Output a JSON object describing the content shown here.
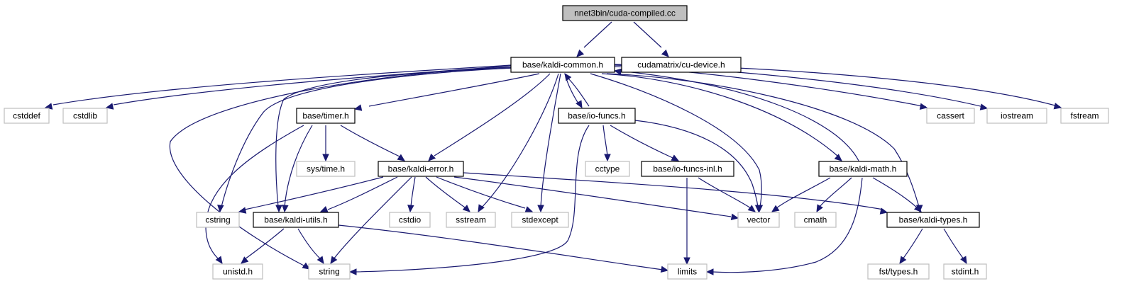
{
  "graph": {
    "colors": {
      "edge": "#191970",
      "root_fill": "#bfbfbf",
      "documented_border": "#000000",
      "external_border": "#bfbfbf"
    },
    "nodes": [
      {
        "id": "root",
        "label": "nnet3bin/cuda-compiled.cc",
        "kind": "root"
      },
      {
        "id": "common",
        "label": "base/kaldi-common.h",
        "kind": "documented"
      },
      {
        "id": "cudev",
        "label": "cudamatrix/cu-device.h",
        "kind": "documented"
      },
      {
        "id": "cstddef",
        "label": "cstddef",
        "kind": "external"
      },
      {
        "id": "cstdlib",
        "label": "cstdlib",
        "kind": "external"
      },
      {
        "id": "timer",
        "label": "base/timer.h",
        "kind": "documented"
      },
      {
        "id": "iofuncs",
        "label": "base/io-funcs.h",
        "kind": "documented"
      },
      {
        "id": "cassert",
        "label": "cassert",
        "kind": "external"
      },
      {
        "id": "iostream",
        "label": "iostream",
        "kind": "external"
      },
      {
        "id": "fstream",
        "label": "fstream",
        "kind": "external"
      },
      {
        "id": "systime",
        "label": "sys/time.h",
        "kind": "external"
      },
      {
        "id": "error",
        "label": "base/kaldi-error.h",
        "kind": "documented"
      },
      {
        "id": "cctype",
        "label": "cctype",
        "kind": "external"
      },
      {
        "id": "ioinl",
        "label": "base/io-funcs-inl.h",
        "kind": "documented"
      },
      {
        "id": "math",
        "label": "base/kaldi-math.h",
        "kind": "documented"
      },
      {
        "id": "cstring",
        "label": "cstring",
        "kind": "external"
      },
      {
        "id": "utils",
        "label": "base/kaldi-utils.h",
        "kind": "documented"
      },
      {
        "id": "cstdio",
        "label": "cstdio",
        "kind": "external"
      },
      {
        "id": "sstream",
        "label": "sstream",
        "kind": "external"
      },
      {
        "id": "stdexcept",
        "label": "stdexcept",
        "kind": "external"
      },
      {
        "id": "vector",
        "label": "vector",
        "kind": "external"
      },
      {
        "id": "cmath",
        "label": "cmath",
        "kind": "external"
      },
      {
        "id": "types",
        "label": "base/kaldi-types.h",
        "kind": "documented"
      },
      {
        "id": "unistd",
        "label": "unistd.h",
        "kind": "external"
      },
      {
        "id": "string",
        "label": "string",
        "kind": "external"
      },
      {
        "id": "limits",
        "label": "limits",
        "kind": "external"
      },
      {
        "id": "fsttypes",
        "label": "fst/types.h",
        "kind": "external"
      },
      {
        "id": "stdint",
        "label": "stdint.h",
        "kind": "external"
      }
    ],
    "edges": [
      {
        "from": "root",
        "to": "common"
      },
      {
        "from": "root",
        "to": "cudev"
      },
      {
        "from": "common",
        "to": "cstddef"
      },
      {
        "from": "common",
        "to": "cstdlib"
      },
      {
        "from": "common",
        "to": "string"
      },
      {
        "from": "common",
        "to": "cstring"
      },
      {
        "from": "common",
        "to": "utils"
      },
      {
        "from": "common",
        "to": "timer"
      },
      {
        "from": "common",
        "to": "error"
      },
      {
        "from": "common",
        "to": "sstream"
      },
      {
        "from": "common",
        "to": "stdexcept"
      },
      {
        "from": "common",
        "to": "iofuncs"
      },
      {
        "from": "common",
        "to": "vector"
      },
      {
        "from": "common",
        "to": "math"
      },
      {
        "from": "common",
        "to": "types"
      },
      {
        "from": "common",
        "to": "cassert"
      },
      {
        "from": "common",
        "to": "iostream"
      },
      {
        "from": "common",
        "to": "fstream"
      },
      {
        "from": "timer",
        "to": "unistd"
      },
      {
        "from": "timer",
        "to": "utils"
      },
      {
        "from": "timer",
        "to": "systime"
      },
      {
        "from": "timer",
        "to": "error"
      },
      {
        "from": "iofuncs",
        "to": "common"
      },
      {
        "from": "iofuncs",
        "to": "string"
      },
      {
        "from": "iofuncs",
        "to": "cctype"
      },
      {
        "from": "iofuncs",
        "to": "ioinl"
      },
      {
        "from": "iofuncs",
        "to": "vector"
      },
      {
        "from": "error",
        "to": "cstring"
      },
      {
        "from": "error",
        "to": "utils"
      },
      {
        "from": "error",
        "to": "string"
      },
      {
        "from": "error",
        "to": "cstdio"
      },
      {
        "from": "error",
        "to": "sstream"
      },
      {
        "from": "error",
        "to": "stdexcept"
      },
      {
        "from": "error",
        "to": "vector"
      },
      {
        "from": "error",
        "to": "types"
      },
      {
        "from": "ioinl",
        "to": "limits"
      },
      {
        "from": "ioinl",
        "to": "vector"
      },
      {
        "from": "math",
        "to": "common"
      },
      {
        "from": "math",
        "to": "vector"
      },
      {
        "from": "math",
        "to": "cmath"
      },
      {
        "from": "math",
        "to": "types"
      },
      {
        "from": "math",
        "to": "limits"
      },
      {
        "from": "utils",
        "to": "unistd"
      },
      {
        "from": "utils",
        "to": "string"
      },
      {
        "from": "utils",
        "to": "limits"
      },
      {
        "from": "types",
        "to": "fsttypes"
      },
      {
        "from": "types",
        "to": "stdint"
      }
    ]
  }
}
